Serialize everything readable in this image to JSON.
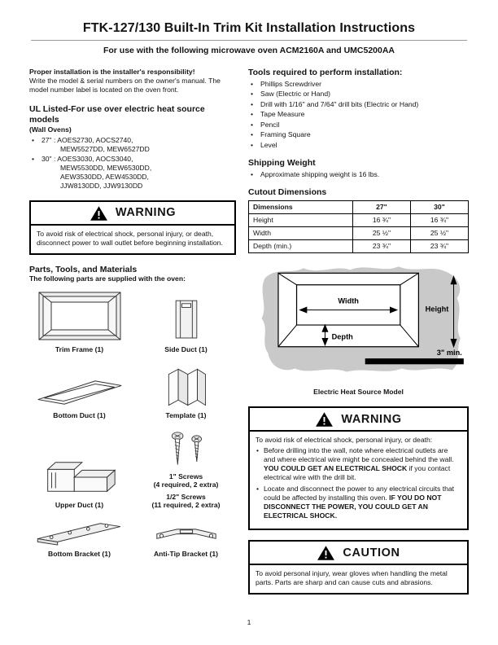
{
  "page": {
    "title": "FTK-127/130 Built-In Trim Kit Installation Instructions",
    "subtitle": "For use with the following microwave oven ACM2160A and UMC5200AA",
    "page_number": "1"
  },
  "left": {
    "responsibility_heading": "Proper installation is the installer's responsibility!",
    "responsibility_body": "Write the model & serial numbers on the owner's manual. The model number label is located on the oven front.",
    "ul_heading": "UL Listed-For use over electric heat source models",
    "ul_subheading": "(Wall Ovens)",
    "oven_models": [
      {
        "lines": [
          "27\" : AOES2730, AOCS2740,",
          "MEW5527DD, MEW6527DD"
        ]
      },
      {
        "lines": [
          "30\" : AOES3030, AOCS3040,",
          "MEW5530DD, MEW6530DD,",
          "AEW3530DD, AEW4530DD,",
          "JJW8130DD, JJW9130DD"
        ]
      }
    ],
    "warning": {
      "label": "WARNING",
      "body": "To avoid risk of electrical shock, personal injury, or death, disconnect power to wall outlet before beginning installation."
    },
    "parts_heading": "Parts, Tools, and Materials",
    "parts_subheading": "The following parts are supplied with the oven:",
    "parts": {
      "trim_frame": "Trim Frame (1)",
      "side_duct": "Side Duct (1)",
      "bottom_duct": "Bottom Duct (1)",
      "template": "Template (1)",
      "upper_duct": "Upper Duct (1)",
      "screws_1in": "1\" Screws",
      "screws_1in_note": "(4 required, 2 extra)",
      "screws_half": "1/2\" Screws",
      "screws_half_note": "(11 required, 2 extra)",
      "bottom_bracket": "Bottom Bracket (1)",
      "anti_tip_bracket": "Anti-Tip Bracket (1)"
    }
  },
  "right": {
    "tools_heading": "Tools required to perform installation:",
    "tools": [
      "Phillips Screwdriver",
      "Saw (Electric or Hand)",
      "Drill with 1/16\" and 7/64\" drill bits (Electric or Hand)",
      "Tape Measure",
      "Pencil",
      "Framing Square",
      "Level"
    ],
    "shipping_heading": "Shipping Weight",
    "shipping_item": "Approximate shipping weight is 16 lbs.",
    "cutout_heading": "Cutout Dimensions",
    "table": {
      "headers": [
        "Dimensions",
        "27\"",
        "30\""
      ],
      "rows": [
        [
          "Height",
          "16 ¾\"",
          "16 ¾\""
        ],
        [
          "Width",
          "25 ½\"",
          "25 ½\""
        ],
        [
          "Depth (min.)",
          "23 ¾\"",
          "23 ¾\""
        ]
      ]
    },
    "diagram": {
      "width_label": "Width",
      "depth_label": "Depth",
      "height_label": "Height",
      "min_label": "3\" min.",
      "caption": "Electric Heat Source Model"
    },
    "warning": {
      "label": "WARNING",
      "intro": "To avoid risk of electrical shock, personal injury, or death:",
      "item1_pre": "Before drilling into the wall, note where electrical outlets are and where electrical wire might be concealed behind the wall. ",
      "item1_bold": "YOU COULD GET AN ELECTRICAL SHOCK",
      "item1_post": " if you contact electrical wire with the drill bit.",
      "item2_pre": "Locate and disconnect the power to any electrical circuits that could be affected by installing this oven. ",
      "item2_bold": "IF YOU DO NOT DISCONNECT THE POWER, YOU COULD GET AN ELECTRICAL SHOCK."
    },
    "caution": {
      "label": "CAUTION",
      "body": "To avoid personal injury, wear gloves when handling the metal parts. Parts are sharp and can cause cuts and abrasions."
    }
  }
}
